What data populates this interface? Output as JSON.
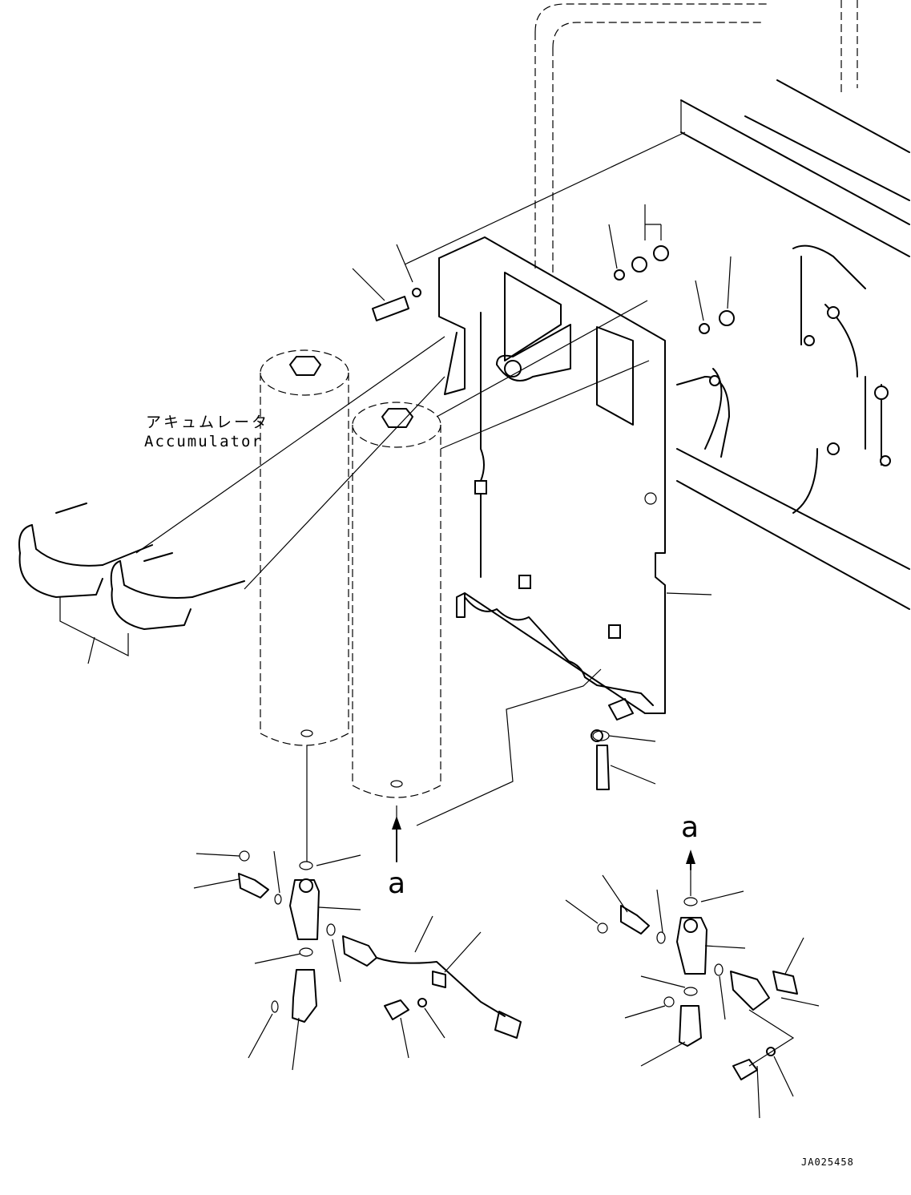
{
  "labels": {
    "accumulator_jp": "アキュムレータ",
    "accumulator_en": "Accumulator",
    "view_a_upper": "a",
    "view_a_lower": "a",
    "drawing_code": "JA025458"
  },
  "colors": {
    "line": "#000000",
    "background": "#ffffff"
  }
}
